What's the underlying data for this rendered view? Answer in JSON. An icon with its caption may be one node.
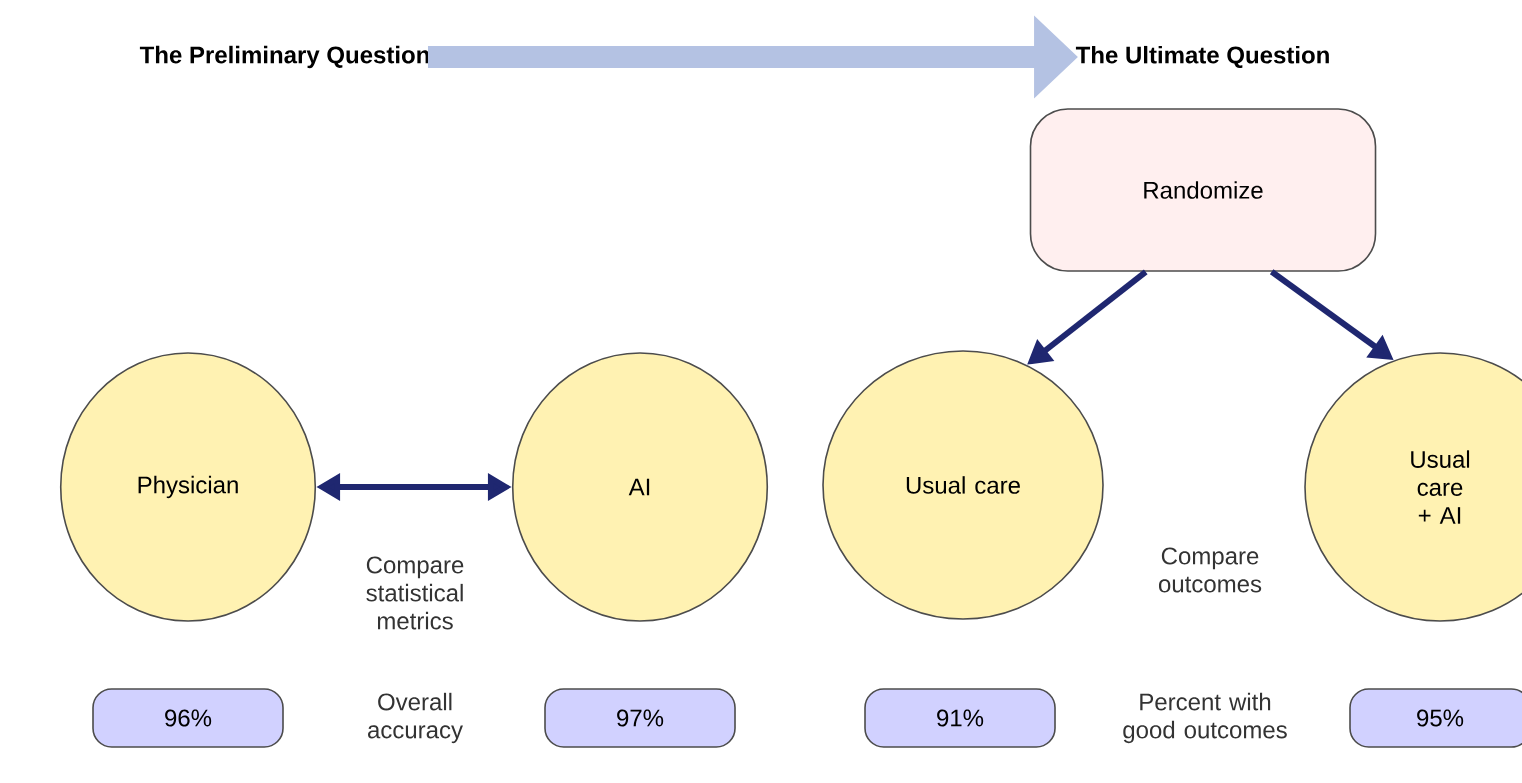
{
  "diagram": {
    "nodes": [
      {
        "text": [
          "The Preliminary Question"
        ]
      },
      {
        "text": [
          "The Ultimate Question"
        ]
      },
      {
        "text": [
          "Randomize"
        ]
      },
      {
        "text": [
          "Physician"
        ]
      },
      {
        "text": [
          "AI"
        ]
      },
      {
        "text": [
          "Usual care"
        ]
      },
      {
        "text": [
          "Usual care + AI"
        ]
      },
      {
        "text": [
          "96%"
        ]
      },
      {
        "text": [
          "97%"
        ]
      },
      {
        "text": [
          "91%"
        ]
      },
      {
        "text": [
          "95%"
        ]
      }
    ],
    "edges": [
      {
        "from": 0,
        "to": 1,
        "arrow": "to",
        "style": "thick",
        "color": "#b4c2e3"
      },
      {
        "from": 2,
        "to": 5,
        "arrow": "to"
      },
      {
        "from": 2,
        "to": 6,
        "arrow": "to"
      },
      {
        "from": 3,
        "to": 4,
        "arrow": "both"
      }
    ],
    "labels": [
      "Compare statistical metrics",
      "Overall accuracy",
      "Compare outcomes",
      "Percent with good outcomes"
    ]
  }
}
